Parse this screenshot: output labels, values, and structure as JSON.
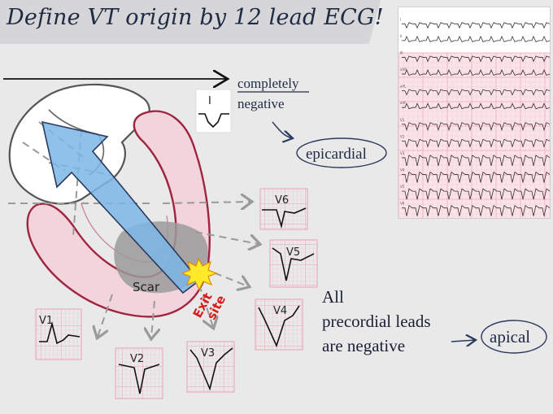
{
  "title": "Define VT origin by 12 lead ECG!",
  "lead_I": {
    "lead": "I",
    "note_line1": "completely",
    "note_line2": "negative",
    "result": "epicardial"
  },
  "precordial": {
    "line1": "All",
    "line2": "precordial leads",
    "line3": "are negative",
    "result": "apical"
  },
  "heart": {
    "scar_label": "Scar",
    "exit_label_1": "Exit",
    "exit_label_2": "site"
  },
  "leads": {
    "v1": "V1",
    "v2": "V2",
    "v3": "V3",
    "v4": "V4",
    "v5": "V5",
    "v6": "V6"
  },
  "ecg_strip": {
    "lead_labels": [
      "I",
      "II",
      "III",
      "aVR",
      "aVL",
      "aVF",
      "V1",
      "V2",
      "V3",
      "V4",
      "V5",
      "V6"
    ]
  },
  "colors": {
    "title": "#1f2a44",
    "arrow": "#7bb6e8",
    "myocardium": "#f3d4dc",
    "myocardium_border": "#a0243f",
    "scar": "#9a9a9a",
    "ecg_grid": "#f2b8c4",
    "exit_burst": "#ffea2a",
    "exit_text": "#d81b1b"
  }
}
